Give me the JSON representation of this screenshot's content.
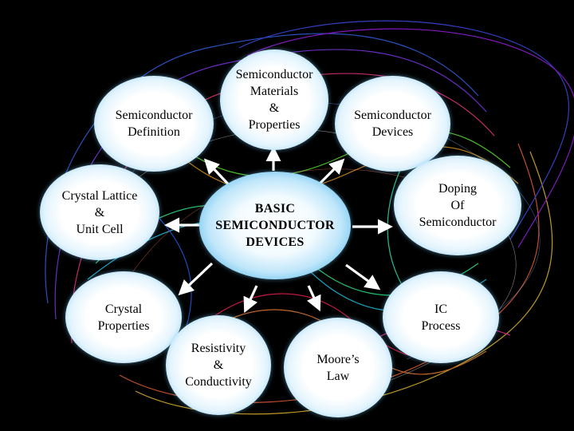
{
  "diagram": {
    "center": "BASIC\nSEMICONDUCTOR\nDEVICES",
    "nodes": {
      "definition": "Semiconductor\nDefinition",
      "materials": "Semiconductor\nMaterials\n&\nProperties",
      "devices": "Semiconductor\nDevices",
      "crystal_lattice": "Crystal Lattice\n&\nUnit Cell",
      "doping": "Doping\nOf\nSemiconductor",
      "crystal_properties": "Crystal\nProperties",
      "ic_process": "IC\nProcess",
      "resistivity": "Resistivity\n&\nConductivity",
      "moores_law": "Moore’s\nLaw"
    }
  },
  "colors": {
    "background": "#000000",
    "arrow": "#ffffff",
    "bubble_edge": "#4ab4ea"
  }
}
